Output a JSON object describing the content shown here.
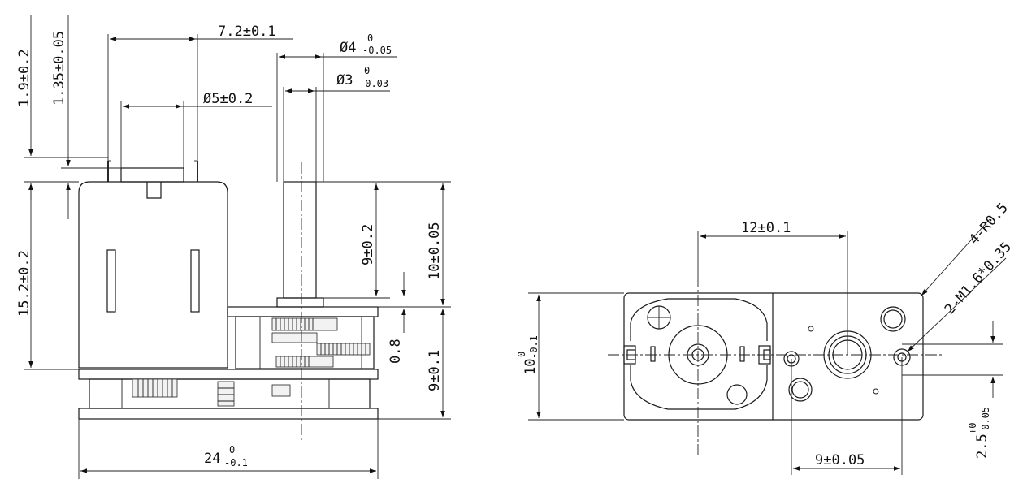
{
  "figure": {
    "side_view": {
      "dimensions": {
        "offset_top": "1.9±0.2",
        "offset_shaft": "1.35±0.05",
        "terminal_spacing": "7.2±0.1",
        "terminal_width": "Ø5±0.2",
        "shaft_dia_main": "Ø4",
        "shaft_dia_main_upper": "0",
        "shaft_dia_main_lower": "-0.05",
        "shaft_dia_flat": "Ø3",
        "shaft_dia_flat_upper": "0",
        "shaft_dia_flat_lower": "-0.03",
        "motor_height": "15.2±0.2",
        "shaft_flat_len": "9±0.2",
        "shaft_len": "10±0.05",
        "plate_gap": "0.8",
        "gearbox_height": "9±0.1",
        "total_length_main": "24",
        "total_length_upper": "0",
        "total_length_lower": "-0.1"
      }
    },
    "end_view": {
      "dimensions": {
        "center_distance": "12±0.1",
        "corner_radius": "4-R0.5",
        "mount_holes": "2-M1.6*0.35",
        "height_main": "10",
        "height_upper": "0",
        "height_lower": "-0.1",
        "hole_spacing": "9±0.05",
        "hole_offset_main": "2.5",
        "hole_offset_upper": "+0",
        "hole_offset_lower": "-0.05"
      }
    }
  }
}
